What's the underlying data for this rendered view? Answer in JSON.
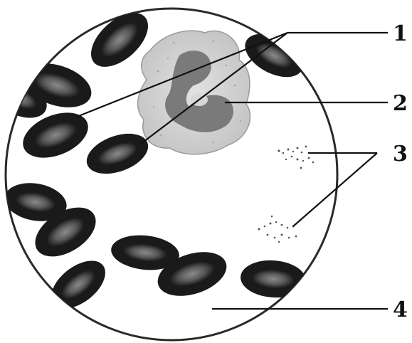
{
  "labels": [
    {
      "id": "1",
      "text": "1"
    },
    {
      "id": "2",
      "text": "2"
    },
    {
      "id": "3",
      "text": "3"
    },
    {
      "id": "4",
      "text": "4"
    }
  ],
  "colors": {
    "ink": "#111111",
    "cell_rim": "#1a1a1a",
    "cell_center": "#6b6b6b",
    "leukocyte_body": "#cfcfcf",
    "leukocyte_nucleus": "#7a7a7a",
    "background": "#ffffff"
  },
  "icons": {
    "red_cell": "biconcave-disc-icon",
    "white_cell": "amoeboid-cell-icon",
    "platelet": "dot-cluster-icon"
  }
}
